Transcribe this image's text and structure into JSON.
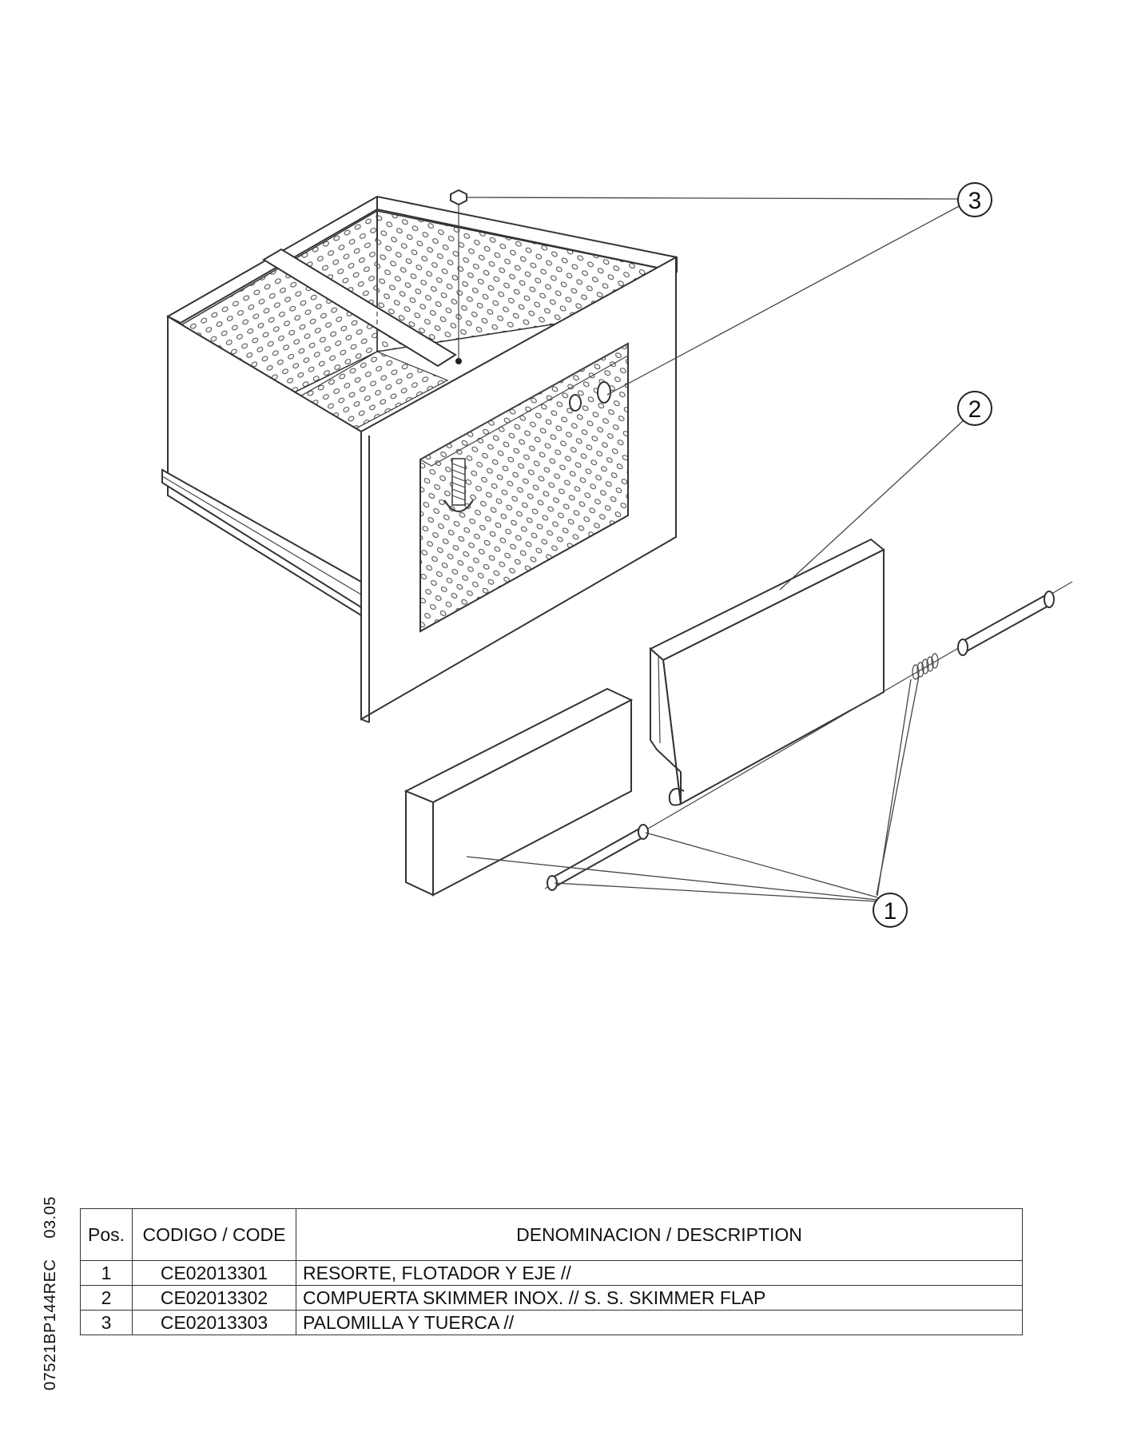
{
  "balloons": [
    "3",
    "2",
    "1"
  ],
  "table": {
    "headers": {
      "pos": "Pos.",
      "code": "CODIGO / CODE",
      "description": "DENOMINACION / DESCRIPTION"
    },
    "rows": [
      {
        "pos": "1",
        "code": "CE02013301",
        "description": "RESORTE, FLOTADOR Y EJE //"
      },
      {
        "pos": "2",
        "code": "CE02013302",
        "description": "COMPUERTA SKIMMER INOX. // S. S. SKIMMER FLAP"
      },
      {
        "pos": "3",
        "code": "CE02013303",
        "description": "PALOMILLA Y TUERCA //"
      }
    ]
  },
  "document": {
    "reference": "07521BP144REC",
    "date": "03.05"
  }
}
